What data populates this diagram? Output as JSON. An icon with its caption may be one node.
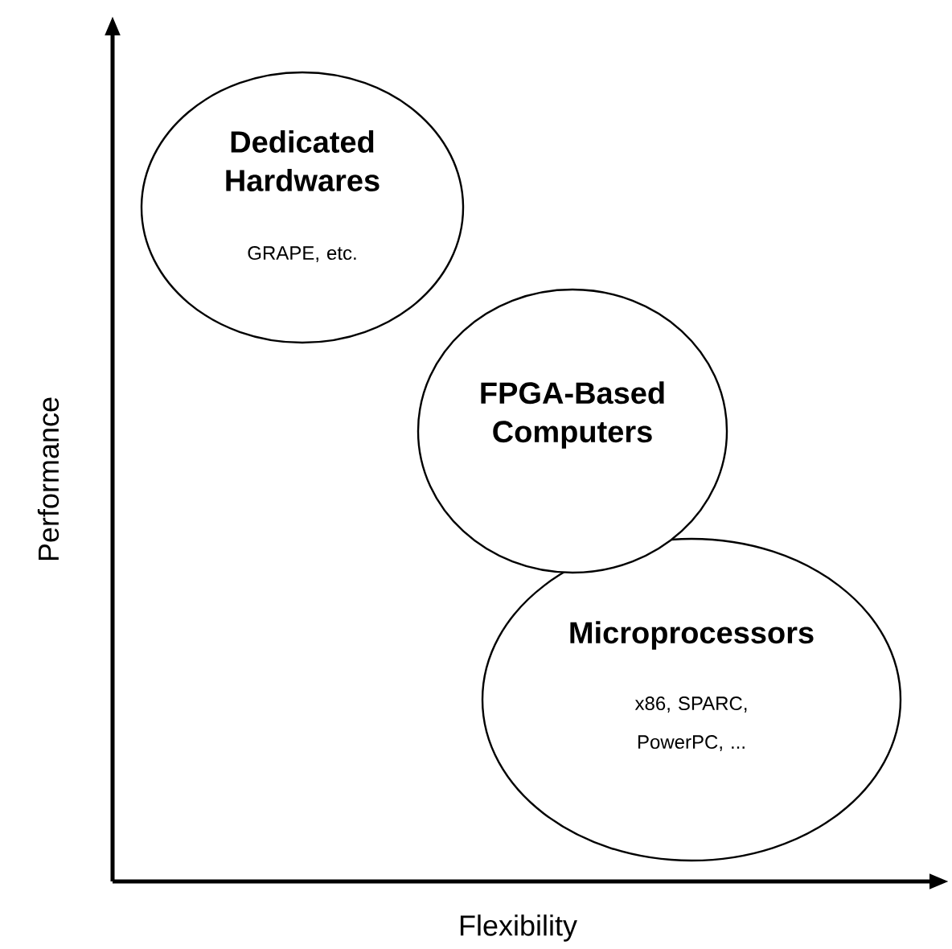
{
  "diagram": {
    "nodes": [
      {
        "text": [
          "Dedicated Hardwares",
          "GRAPE, etc."
        ]
      },
      {
        "text": [
          "FPGA-Based Computers"
        ]
      },
      {
        "text": [
          "Microprocessors",
          "x86, SPARC, PowerPC, ..."
        ]
      }
    ],
    "labels": [
      "Performance",
      "Flexibility"
    ]
  }
}
